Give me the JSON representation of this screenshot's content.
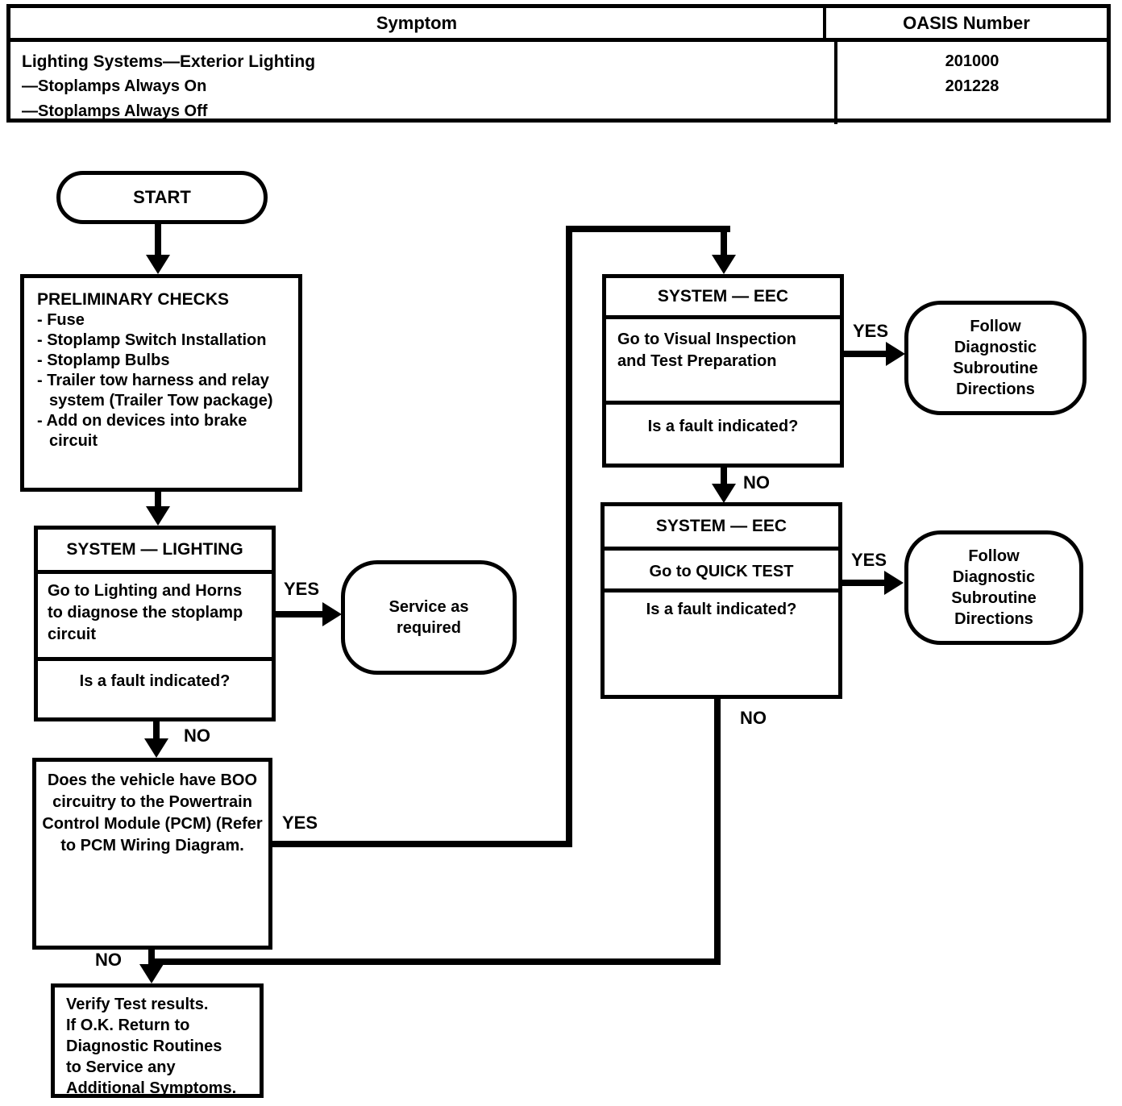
{
  "colors": {
    "ink": "#000000",
    "paper": "#ffffff"
  },
  "table": {
    "headers": {
      "symptom": "Symptom",
      "oasis": "OASIS Number"
    },
    "row": {
      "symptom_lines": [
        "Lighting Systems—Exterior Lighting",
        "—Stoplamps Always On",
        "—Stoplamps Always Off"
      ],
      "oasis_numbers": [
        "201000",
        "201228"
      ]
    }
  },
  "labels": {
    "yes": "YES",
    "no": "NO"
  },
  "nodes": {
    "start": {
      "label": "START"
    },
    "preliminary": {
      "title": "PRELIMINARY CHECKS",
      "items": [
        "- Fuse",
        "- Stoplamp Switch Installation",
        "- Stoplamp Bulbs",
        "- Trailer tow harness and relay system (Trailer Tow package)",
        "- Add on devices into brake circuit"
      ]
    },
    "system_lighting": {
      "header": "SYSTEM — LIGHTING",
      "action_lines": [
        "Go to Lighting and Horns",
        "to diagnose the stoplamp",
        "circuit"
      ],
      "question": "Is a fault indicated?"
    },
    "service": {
      "lines": [
        "Service as",
        "required"
      ]
    },
    "boo": {
      "lines": [
        "Does the vehicle have BOO",
        "circuitry to the Powertrain",
        "Control Module (PCM) (Refer",
        "to PCM Wiring Diagram."
      ]
    },
    "eec_visual": {
      "header": "SYSTEM — EEC",
      "action_lines": [
        "Go to Visual Inspection",
        "and Test Preparation"
      ],
      "question": "Is a fault indicated?"
    },
    "follow_1": {
      "lines": [
        "Follow",
        "Diagnostic",
        "Subroutine",
        "Directions"
      ]
    },
    "eec_quick": {
      "header": "SYSTEM — EEC",
      "action": "Go to QUICK TEST",
      "question": "Is a fault indicated?"
    },
    "follow_2": {
      "lines": [
        "Follow",
        "Diagnostic",
        "Subroutine",
        "Directions"
      ]
    },
    "verify": {
      "lines": [
        "Verify Test results.",
        "If O.K. Return to",
        "Diagnostic Routines",
        "to Service any",
        "Additional Symptoms."
      ]
    }
  }
}
